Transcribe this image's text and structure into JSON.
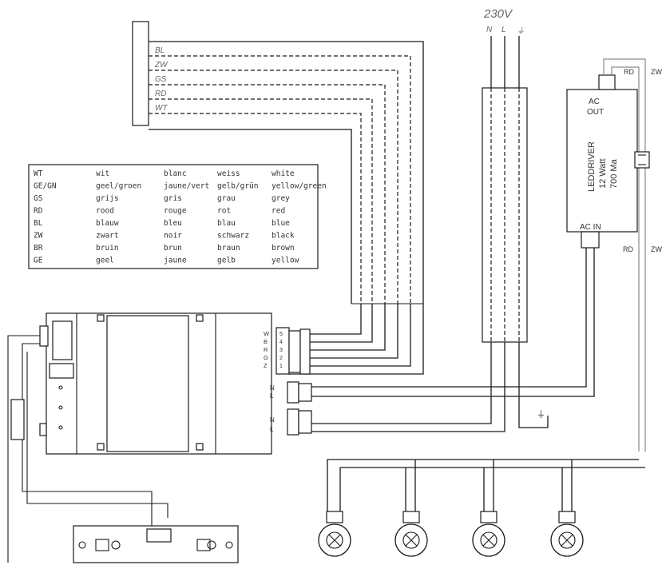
{
  "power": {
    "voltage": "230V",
    "n": "N",
    "l": "L",
    "earth": "⏚"
  },
  "bus_wires": [
    "BL",
    "ZW",
    "GS",
    "RD",
    "WT"
  ],
  "color_table": {
    "rows": [
      [
        "WT",
        "wit",
        "blanc",
        "weiss",
        "white"
      ],
      [
        "GE/GN",
        "geel/groen",
        "jaune/vert",
        "gelb/grün",
        "yellow/green"
      ],
      [
        "GS",
        "grijs",
        "gris",
        "grau",
        "grey"
      ],
      [
        "RD",
        "rood",
        "rouge",
        "rot",
        "red"
      ],
      [
        "BL",
        "blauw",
        "bleu",
        "blau",
        "blue"
      ],
      [
        "ZW",
        "zwart",
        "noir",
        "schwarz",
        "black"
      ],
      [
        "BR",
        "bruin",
        "brun",
        "braun",
        "brown"
      ],
      [
        "GE",
        "geel",
        "jaune",
        "gelb",
        "yellow"
      ]
    ]
  },
  "led_driver": {
    "title": "LEDDRIVER",
    "watt": "12 Watt",
    "current": "700 Ma",
    "ac_out_1": "AC",
    "ac_out_2": "OUT",
    "ac_in": "AC IN"
  },
  "driver_wires": {
    "rd_top": "RD",
    "zw_top": "ZW",
    "rd_bottom": "RD",
    "zw_bottom": "ZW"
  },
  "module_terminals": {
    "bus": [
      "W",
      "B",
      "R",
      "G",
      "Z"
    ],
    "bus_nums": [
      "5",
      "4",
      "3",
      "2",
      "1"
    ],
    "sw": [
      "N",
      "L"
    ],
    "pwr": [
      "N",
      "L"
    ]
  },
  "lamp_count": 4,
  "colors": {
    "line": "#1a1a1a",
    "grey": "#8a8a8a",
    "background": "#ffffff"
  }
}
